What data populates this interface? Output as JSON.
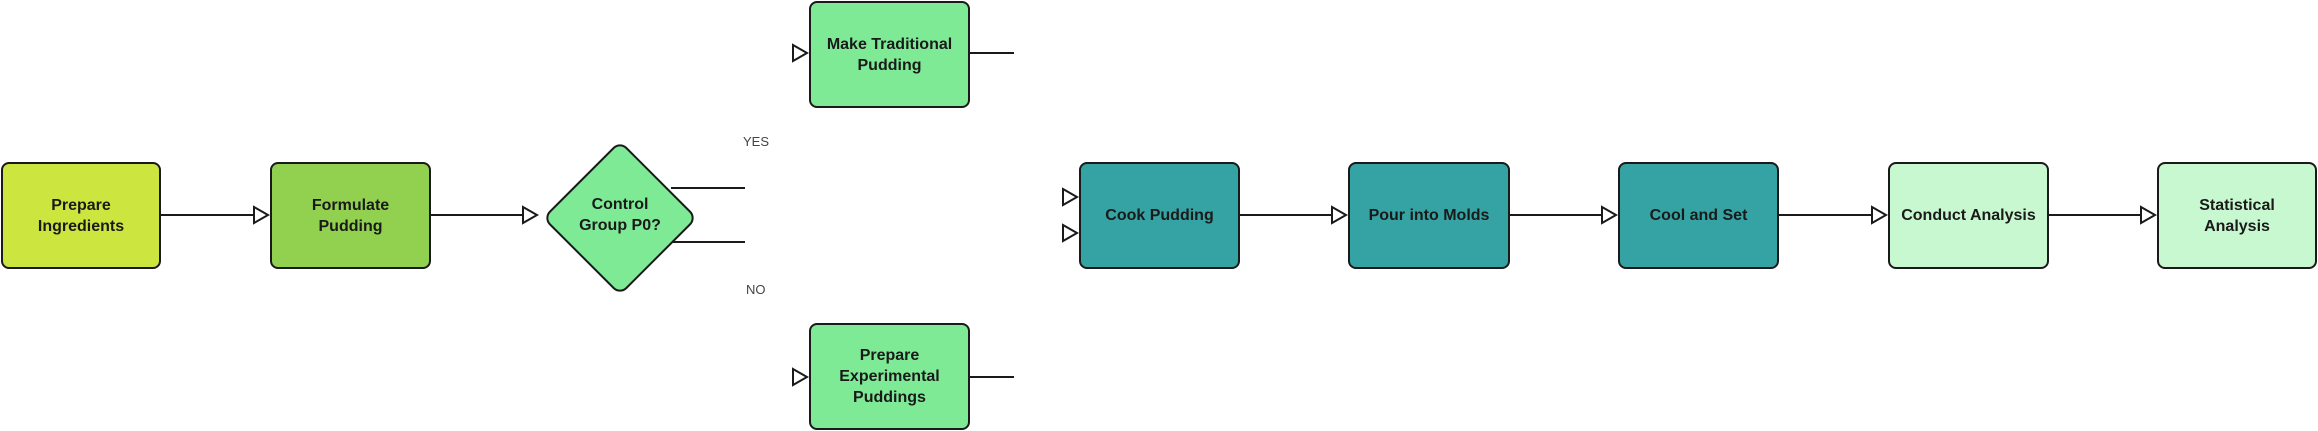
{
  "colors": {
    "lime": "#cde63f",
    "green": "#92d050",
    "mint": "#7eea96",
    "teal": "#35a3a3",
    "pale": "#c8f8cf",
    "stroke": "#1a1a1a"
  },
  "nodes": {
    "prepare_ingredients": {
      "label": "Prepare Ingredients",
      "shape": "rect"
    },
    "formulate_pudding": {
      "label": "Formulate Pudding",
      "shape": "rect"
    },
    "control_group": {
      "label": "Control Group P0?",
      "shape": "diamond"
    },
    "make_traditional": {
      "label": "Make Traditional Pudding",
      "shape": "rect"
    },
    "prepare_experimental": {
      "label": "Prepare Experimental Puddings",
      "shape": "rect"
    },
    "cook_pudding": {
      "label": "Cook Pudding",
      "shape": "rect"
    },
    "pour_molds": {
      "label": "Pour into Molds",
      "shape": "rect"
    },
    "cool_set": {
      "label": "Cool and Set",
      "shape": "rect"
    },
    "conduct_analysis": {
      "label": "Conduct Analysis",
      "shape": "rect"
    },
    "statistical_analysis": {
      "label": "Statistical Analysis",
      "shape": "rect"
    }
  },
  "edges": [
    {
      "from": "prepare_ingredients",
      "to": "formulate_pudding",
      "label": ""
    },
    {
      "from": "formulate_pudding",
      "to": "control_group",
      "label": ""
    },
    {
      "from": "control_group",
      "to": "make_traditional",
      "label": "YES"
    },
    {
      "from": "control_group",
      "to": "prepare_experimental",
      "label": "NO"
    },
    {
      "from": "make_traditional",
      "to": "cook_pudding",
      "label": ""
    },
    {
      "from": "prepare_experimental",
      "to": "cook_pudding",
      "label": ""
    },
    {
      "from": "cook_pudding",
      "to": "pour_molds",
      "label": ""
    },
    {
      "from": "pour_molds",
      "to": "cool_set",
      "label": ""
    },
    {
      "from": "cool_set",
      "to": "conduct_analysis",
      "label": ""
    },
    {
      "from": "conduct_analysis",
      "to": "statistical_analysis",
      "label": ""
    }
  ]
}
